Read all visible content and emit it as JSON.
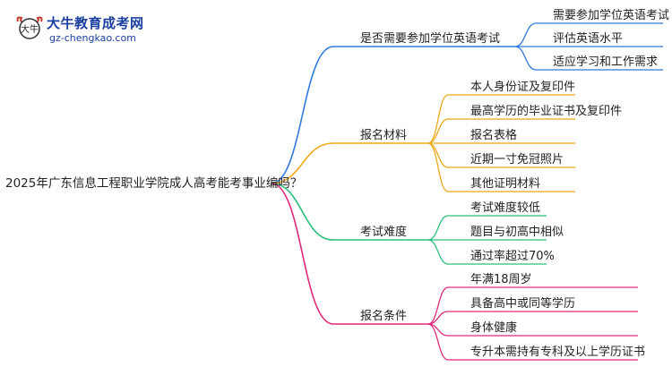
{
  "logo": {
    "title": "大牛教育成考网",
    "url": "gz-chengkao.com",
    "mark_text": "大牛"
  },
  "mindmap": {
    "root": "2025年广东信息工程职业学院成人高考能考事业编吗？",
    "branches": [
      {
        "label": "是否需要参加学位英语考试",
        "color": "#2f7bdc",
        "children": [
          "需要参加学位英语考试",
          "评估英语水平",
          "适应学习和工作需求"
        ]
      },
      {
        "label": "报名材料",
        "color": "#f0a818",
        "children": [
          "本人身份证及复印件",
          "最高学历的毕业证书及复印件",
          "报名表格",
          "近期一寸免冠照片",
          "其他证明材料"
        ]
      },
      {
        "label": "考试难度",
        "color": "#2bbf7c",
        "children": [
          "考试难度较低",
          "题目与初高中相似",
          "通过率超过70%"
        ]
      },
      {
        "label": "报名条件",
        "color": "#e0287a",
        "children": [
          "年满18周岁",
          "具备高中或同等学历",
          "身体健康",
          "专升本需持有专科及以上学历证书"
        ]
      }
    ]
  }
}
